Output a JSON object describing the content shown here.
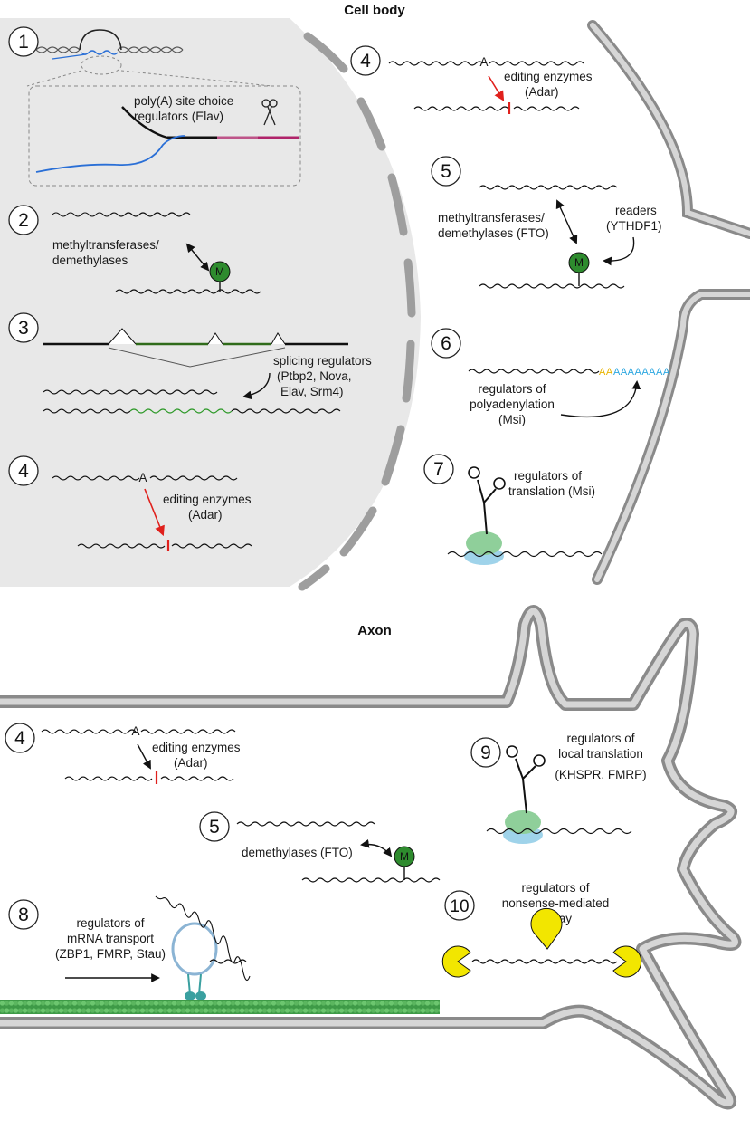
{
  "headers": {
    "cell_body": "Cell body",
    "axon": "Axon"
  },
  "steps": {
    "s1_num": "1",
    "s1_label_1": "poly(A) site choice",
    "s1_label_2": "regulators (Elav)",
    "s2_num": "2",
    "s2_label_1": "methyltransferases/",
    "s2_label_2": "demethylases",
    "s3_num": "3",
    "s3_label_1": "splicing regulators",
    "s3_label_2": "(Ptbp2, Nova,",
    "s3_label_3": "Elav, Srm4)",
    "s4_num": "4",
    "s4_label_1": "editing enzymes",
    "s4_label_2": "(Adar)",
    "s4b_num": "4",
    "s4b_label_1": "editing enzymes",
    "s4b_label_2": "(Adar)",
    "s5_num": "5",
    "s5_label_1": "methyltransferases/",
    "s5_label_2": "demethylases (FTO)",
    "s5_readers_1": "readers",
    "s5_readers_2": "(YTHDF1)",
    "s6_num": "6",
    "s6_label_1": "regulators of",
    "s6_label_2": "polyadenylation",
    "s6_label_3": "(Msi)",
    "s6_polyA_yellow": "AA",
    "s6_polyA_blue": "AAAAAAAA",
    "s7_num": "7",
    "s7_label_1": "regulators of",
    "s7_label_2": "translation (Msi)",
    "a4_num": "4",
    "a4_label_1": "editing enzymes",
    "a4_label_2": "(Adar)",
    "a5_num": "5",
    "a5_label_1": "demethylases (FTO)",
    "a8_num": "8",
    "a8_label_1": "regulators of",
    "a8_label_2": "mRNA transport",
    "a8_label_3": "(ZBP1, FMRP, Stau)",
    "a9_num": "9",
    "a9_label_1": "regulators of",
    "a9_label_2": "local translation",
    "a9_label_3": "(KHSPR,  FMRP)",
    "a10_num": "10",
    "a10_label_1": "regulators of",
    "a10_label_2": "nonsense-mediated",
    "a10_label_3": "decay"
  },
  "markers": {
    "m6a": "M",
    "adenosine": "A"
  },
  "colors": {
    "nucleus_fill": "#e8e8e8",
    "membrane_gray": "#9e9e9e",
    "m6a_green": "#2e8b2e",
    "exon_green": "#2f6b1a",
    "edit_red": "#e0201c",
    "rna_blue": "#2a6fd6",
    "pa_magenta": "#b0246a",
    "polyA_yellow": "#e8b400",
    "polyA_blue": "#2aa6e0",
    "ribosome_green": "#8fcf9a",
    "ribosome_blue": "#9fd3ea",
    "nmd_yellow": "#f2e600",
    "microtubule": "#4caf50"
  },
  "icons": [
    "scissors-icon",
    "m6a-mark-icon",
    "ribosome-icon",
    "vesicle-icon",
    "microtubule-icon",
    "nmd-pacman-icon",
    "arrow-icon"
  ]
}
